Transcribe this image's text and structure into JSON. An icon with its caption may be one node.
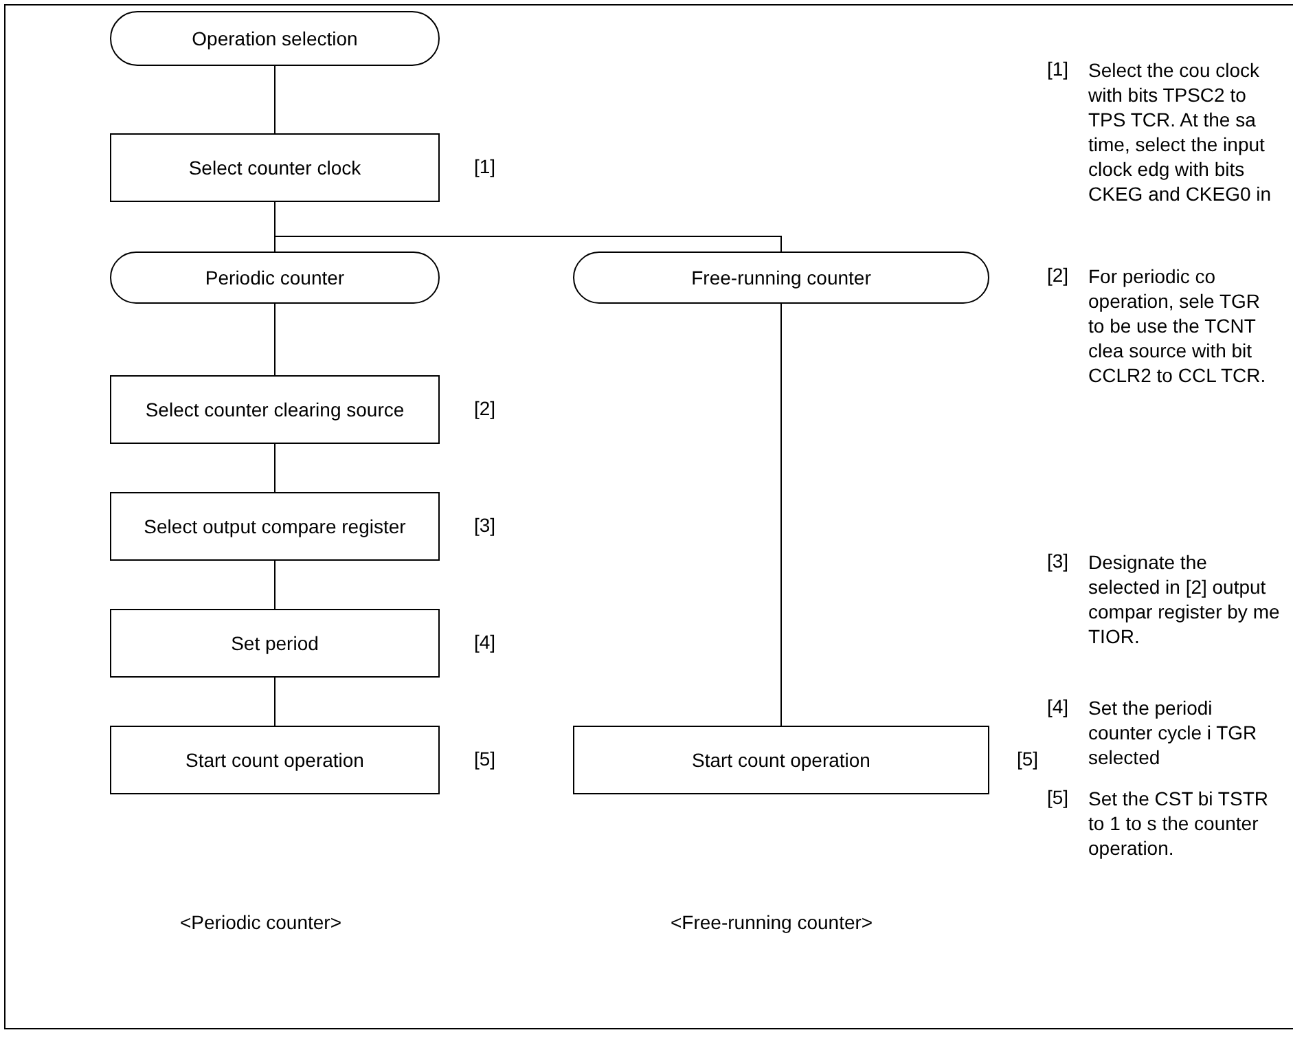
{
  "diagram": {
    "nodes": [
      {
        "text": [
          "Operation selection"
        ]
      },
      {
        "text": [
          "Select counter clock"
        ],
        "beside": [
          "[1]"
        ]
      },
      {
        "text": [
          "Periodic counter"
        ]
      },
      {
        "text": [
          "Free-running counter"
        ]
      },
      {
        "text": [
          "Select counter clearing source"
        ],
        "beside": [
          "[2]"
        ]
      },
      {
        "text": [
          "Select output compare register"
        ],
        "beside": [
          "[3]"
        ]
      },
      {
        "text": [
          "Set period"
        ],
        "beside": [
          "[4]"
        ]
      },
      {
        "text": [
          "Start count operation"
        ],
        "beside": [
          "[5]"
        ]
      },
      {
        "text": [
          "Start count operation"
        ],
        "beside": [
          "[5]"
        ]
      }
    ],
    "edges": [
      {
        "from": 0,
        "to": 1,
        "arrow": "none"
      },
      {
        "from": 1,
        "to": 2,
        "arrow": "none"
      },
      {
        "from": 1,
        "to": 3,
        "arrow": "none"
      },
      {
        "from": 2,
        "to": 4,
        "arrow": "none"
      },
      {
        "from": 4,
        "to": 5,
        "arrow": "none"
      },
      {
        "from": 5,
        "to": 6,
        "arrow": "none"
      },
      {
        "from": 6,
        "to": 7,
        "arrow": "none"
      },
      {
        "from": 3,
        "to": 8,
        "arrow": "none"
      }
    ],
    "labels": [
      "<Periodic counter>",
      "<Free-running counter>",
      "[1]",
      "Select the cou clock with bits TPSC2 to TPS TCR. At the sa time, select the input clock edg with bits CKEG and CKEG0 in",
      "[2]",
      "For periodic co operation, sele TGR to be use the TCNT clea source with bit CCLR2 to CCL TCR.",
      "[3]",
      "Designate the selected in [2] output compar register by me TIOR.",
      "[4]",
      "Set the periodi counter cycle i TGR selected",
      "[5]",
      "Set the CST bi TSTR to 1 to s the counter operation."
    ]
  }
}
